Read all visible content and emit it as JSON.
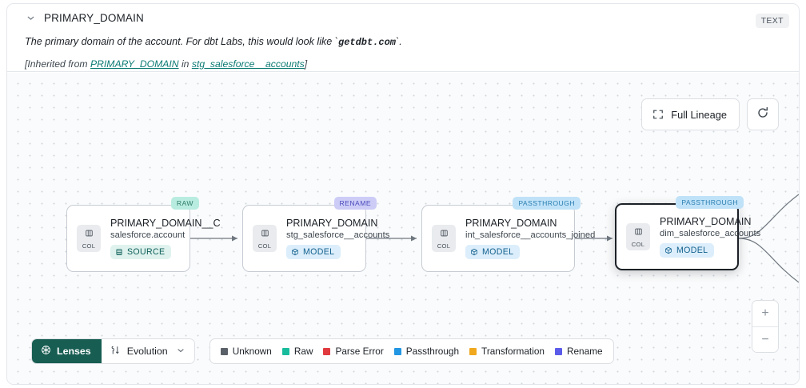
{
  "header": {
    "chevron_icon": "chevron-down-icon",
    "title": "PRIMARY_DOMAIN",
    "type_badge": "TEXT",
    "description_pre": "The primary domain of the account. For dbt Labs, this would look like `",
    "description_code": "getdbt.com",
    "description_post": "`.",
    "inherit_pre": "[Inherited from ",
    "inherit_link1": "PRIMARY_DOMAIN",
    "inherit_mid": " in ",
    "inherit_link2": "stg_salesforce__accounts",
    "inherit_post": "]"
  },
  "controls": {
    "full_lineage_label": "Full Lineage",
    "full_lineage_icon": "expand-icon",
    "refresh_icon": "refresh-icon",
    "zoom_in_label": "+",
    "zoom_out_label": "−"
  },
  "graph": {
    "col_chip_label": "COL",
    "nodes": [
      {
        "title": "PRIMARY_DOMAIN__C",
        "subtitle": "salesforce.account",
        "type_label": "SOURCE",
        "type_icon": "database-icon",
        "kind_label": "RAW",
        "kind_class": "kind-raw",
        "selected": false
      },
      {
        "title": "PRIMARY_DOMAIN",
        "subtitle": "stg_salesforce__accounts",
        "type_label": "MODEL",
        "type_icon": "cube-icon",
        "kind_label": "RENAME",
        "kind_class": "kind-rename",
        "selected": false
      },
      {
        "title": "PRIMARY_DOMAIN",
        "subtitle": "int_salesforce__accounts_joined",
        "type_label": "MODEL",
        "type_icon": "cube-icon",
        "kind_label": "PASSTHROUGH",
        "kind_class": "kind-pass",
        "selected": false
      },
      {
        "title": "PRIMARY_DOMAIN",
        "subtitle": "dim_salesforce_accounts",
        "type_label": "MODEL",
        "type_icon": "cube-icon",
        "kind_label": "PASSTHROUGH",
        "kind_class": "kind-pass",
        "selected": true
      }
    ]
  },
  "toolbar": {
    "lenses_label": "Lenses",
    "lenses_icon": "aperture-icon",
    "evolution_label": "Evolution",
    "evolution_icon": "evolution-icon",
    "evolution_caret_icon": "chevron-down-icon",
    "legend": [
      {
        "label": "Unknown",
        "color": "#5b6168"
      },
      {
        "label": "Raw",
        "color": "#18bc9c"
      },
      {
        "label": "Parse Error",
        "color": "#e0393e"
      },
      {
        "label": "Passthrough",
        "color": "#2196e3"
      },
      {
        "label": "Transformation",
        "color": "#f0a81e"
      },
      {
        "label": "Rename",
        "color": "#5b5bea"
      }
    ]
  }
}
